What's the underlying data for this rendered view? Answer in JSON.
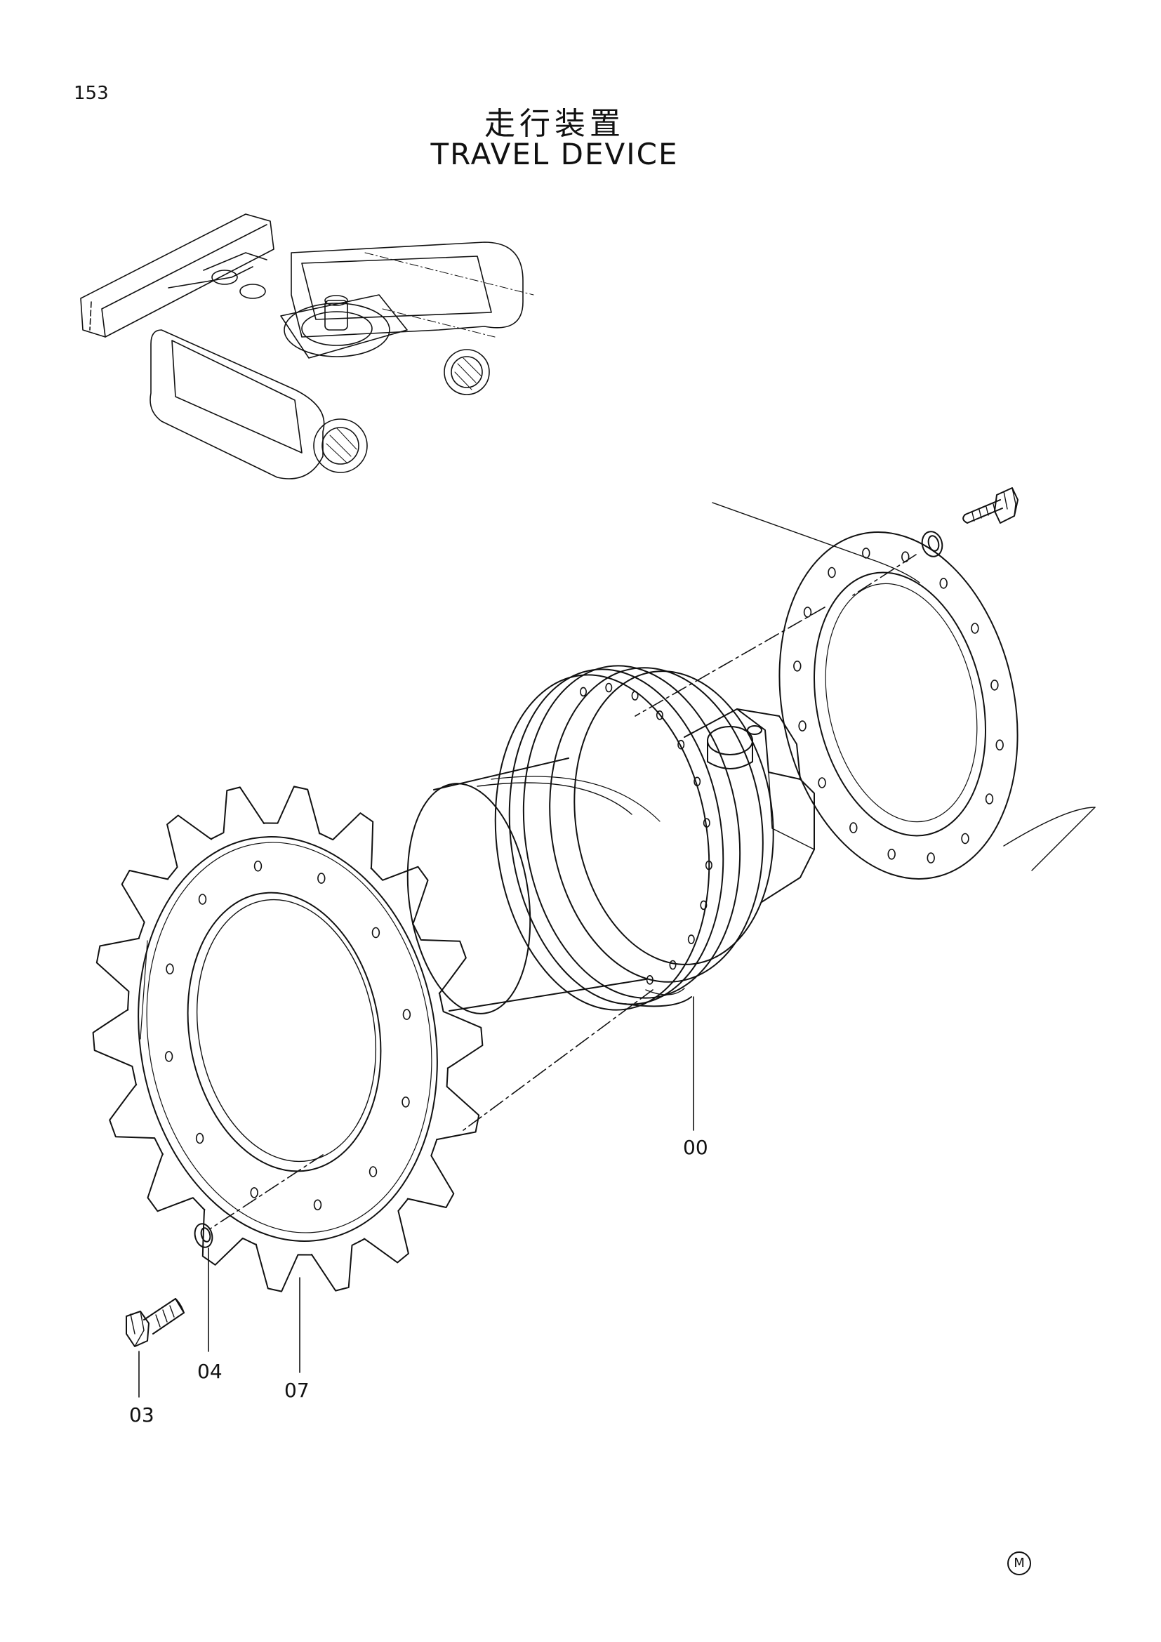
{
  "page": {
    "number": "153"
  },
  "title": {
    "japanese": "走行装置",
    "english": "TRAVEL DEVICE"
  },
  "callouts": {
    "travel_device": "00",
    "bolt": "03",
    "washer": "04",
    "sprocket": "07"
  },
  "footer": {
    "mark": "M"
  }
}
